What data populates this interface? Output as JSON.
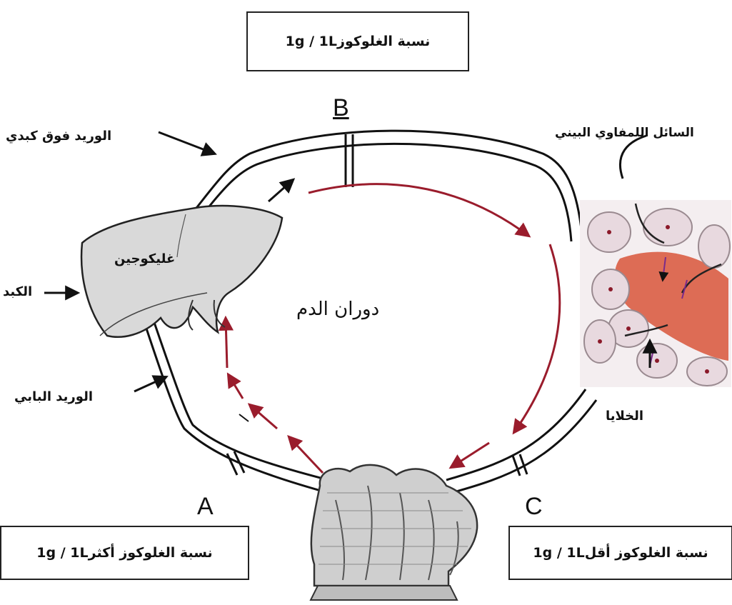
{
  "box_top": {
    "text": "نسبة الغلوكوز1g / 1L"
  },
  "box_left": {
    "text": "نسبة الغلوكوز أكثر1g / 1L"
  },
  "box_right": {
    "text": "نسبة الغلوكوز أقل1g / 1L"
  },
  "letters": {
    "a": "A",
    "b": "B",
    "c": "C"
  },
  "labels": {
    "hepatic_vein": "الوريد فوق كبدي",
    "liver": "الكبد",
    "glycogen": "غليكوجين",
    "portal_vein": "الوريد البابي",
    "blood_circulation": "دوران الدم",
    "interstitial_fluid": "السائل اللمفاوي البيني",
    "cells": "الخلايا"
  },
  "colors": {
    "arrow_red": "#9a1c2c",
    "vessel_red": "#c8102e",
    "liver_fill": "#d9d9d9",
    "tissue_red": "#d8553a",
    "cell_fill": "#e8d9df"
  }
}
